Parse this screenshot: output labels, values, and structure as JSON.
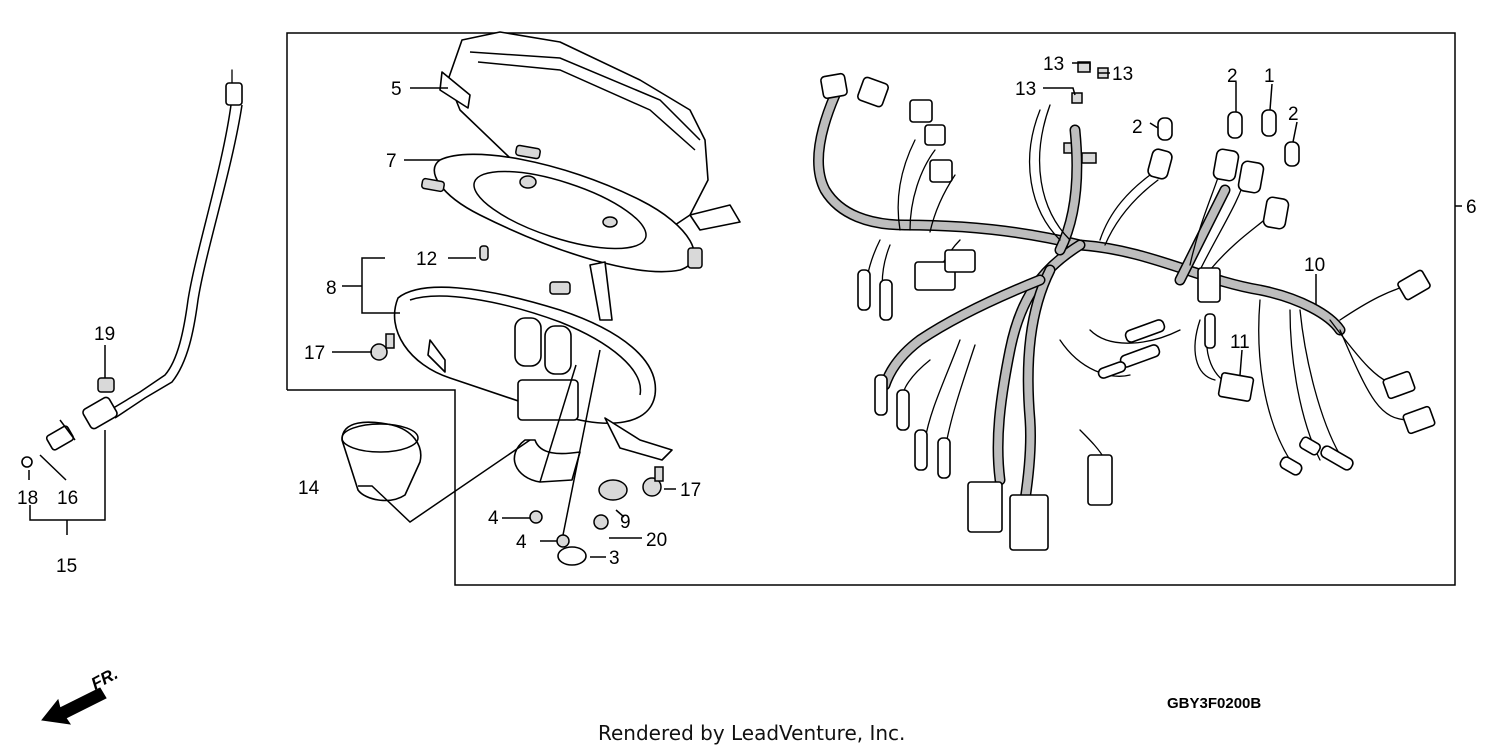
{
  "callouts": [
    {
      "id": "c1",
      "label": "1"
    },
    {
      "id": "c2a",
      "label": "2"
    },
    {
      "id": "c2b",
      "label": "2"
    },
    {
      "id": "c2c",
      "label": "2"
    },
    {
      "id": "c3",
      "label": "3"
    },
    {
      "id": "c4a",
      "label": "4"
    },
    {
      "id": "c4b",
      "label": "4"
    },
    {
      "id": "c5",
      "label": "5"
    },
    {
      "id": "c6",
      "label": "6"
    },
    {
      "id": "c7",
      "label": "7"
    },
    {
      "id": "c8",
      "label": "8"
    },
    {
      "id": "c9",
      "label": "9"
    },
    {
      "id": "c10",
      "label": "10"
    },
    {
      "id": "c11",
      "label": "11"
    },
    {
      "id": "c12",
      "label": "12"
    },
    {
      "id": "c13a",
      "label": "13"
    },
    {
      "id": "c13b",
      "label": "13"
    },
    {
      "id": "c13c",
      "label": "13"
    },
    {
      "id": "c14",
      "label": "14"
    },
    {
      "id": "c15",
      "label": "15"
    },
    {
      "id": "c16",
      "label": "16"
    },
    {
      "id": "c17a",
      "label": "17"
    },
    {
      "id": "c17b",
      "label": "17"
    },
    {
      "id": "c18",
      "label": "18"
    },
    {
      "id": "c19",
      "label": "19"
    },
    {
      "id": "c20",
      "label": "20"
    }
  ],
  "direction_label": "FR.",
  "diagram_code": "GBY3F0200B",
  "credit": "Rendered by LeadVenture, Inc."
}
